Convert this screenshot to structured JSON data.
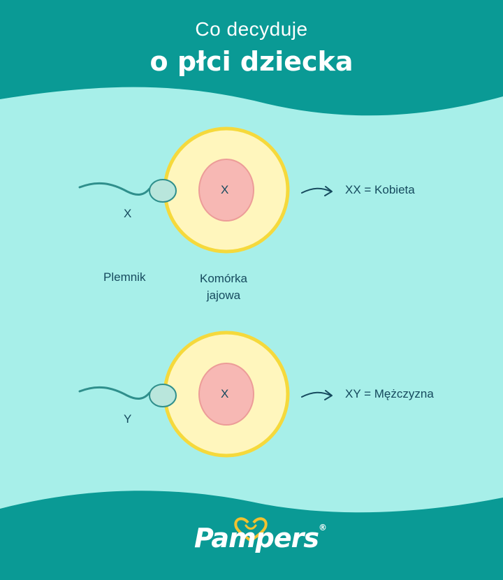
{
  "title": {
    "line1": "Co decyduje",
    "line2": "o płci dziecka"
  },
  "labels": {
    "sperm": "Plemnik",
    "egg_line1": "Komórka",
    "egg_line2": "jajowa"
  },
  "rows": [
    {
      "sperm_chromosome": "X",
      "egg_chromosome": "X",
      "result": "XX = Kobieta"
    },
    {
      "sperm_chromosome": "Y",
      "egg_chromosome": "X",
      "result": "XY = Mężczyzna"
    }
  ],
  "brand": {
    "logo_text": "Pampers",
    "registered": "®"
  },
  "colors": {
    "teal_dark": "#0a9a95",
    "mint": "#a7efe9",
    "egg_outer": "#f5d93c",
    "egg_fill": "#fff6bd",
    "nucleus": "#f7b8b4",
    "sperm_head": "#b9e6dc",
    "text_dark": "#164a5e",
    "logo_heart": "#f2c230"
  }
}
